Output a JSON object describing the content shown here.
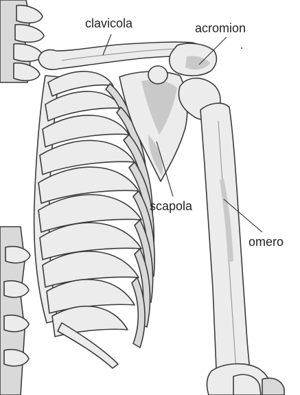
{
  "labels": {
    "clavicle": "clavicola",
    "acromion": "acromion",
    "scapula": "scapola",
    "humerus": "omero"
  },
  "colors": {
    "outline": "#3a3a3a",
    "bone_fill": "#ececec",
    "highlight": "#c9c9c9",
    "text": "#222222"
  }
}
